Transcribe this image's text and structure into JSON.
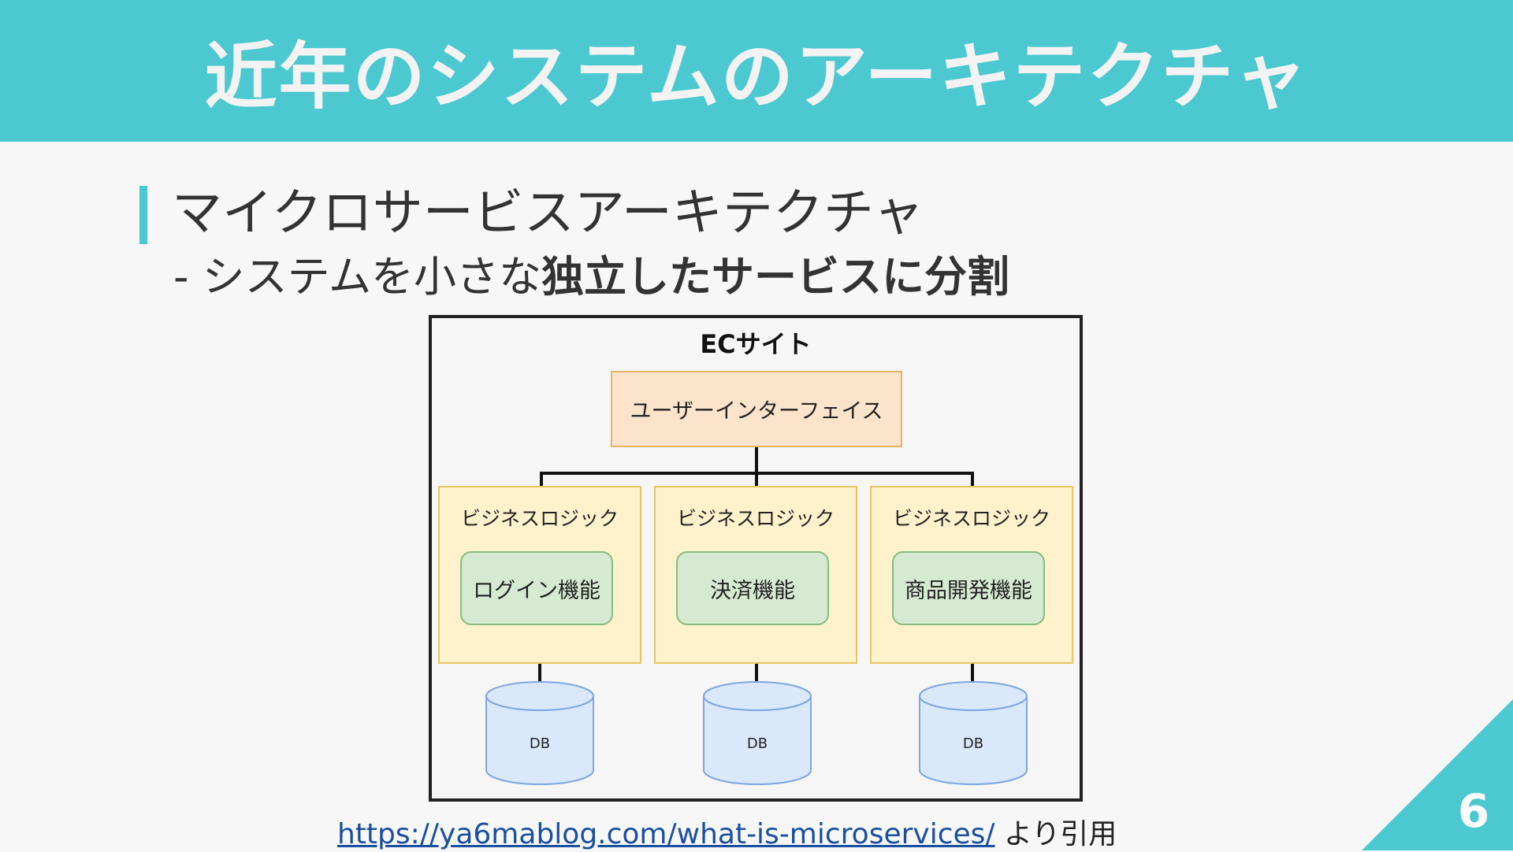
{
  "slide": {
    "title": "近年のシステムのアーキテクチャ",
    "heading": "マイクロサービスアーキテクチャ",
    "subline_prefix": "- システムを小さな",
    "subline_bold": "独立したサービスに分割",
    "page_number": "6"
  },
  "diagram": {
    "title": "ECサイト",
    "ui_label": "ユーザーインターフェイス",
    "services": [
      {
        "group_label": "ビジネスロジック",
        "function_label": "ログイン機能",
        "db_label": "DB"
      },
      {
        "group_label": "ビジネスロジック",
        "function_label": "決済機能",
        "db_label": "DB"
      },
      {
        "group_label": "ビジネスロジック",
        "function_label": "商品開発機能",
        "db_label": "DB"
      }
    ]
  },
  "source": {
    "url": "https://ya6mablog.com/what-is-microservices/",
    "suffix": "より引用"
  },
  "colors": {
    "accent": "#4bc8d0",
    "ui_box": "#fbe3cc",
    "business_box": "#fdf2cc",
    "function_box": "#d6ead2",
    "db": "#dae8fc"
  }
}
